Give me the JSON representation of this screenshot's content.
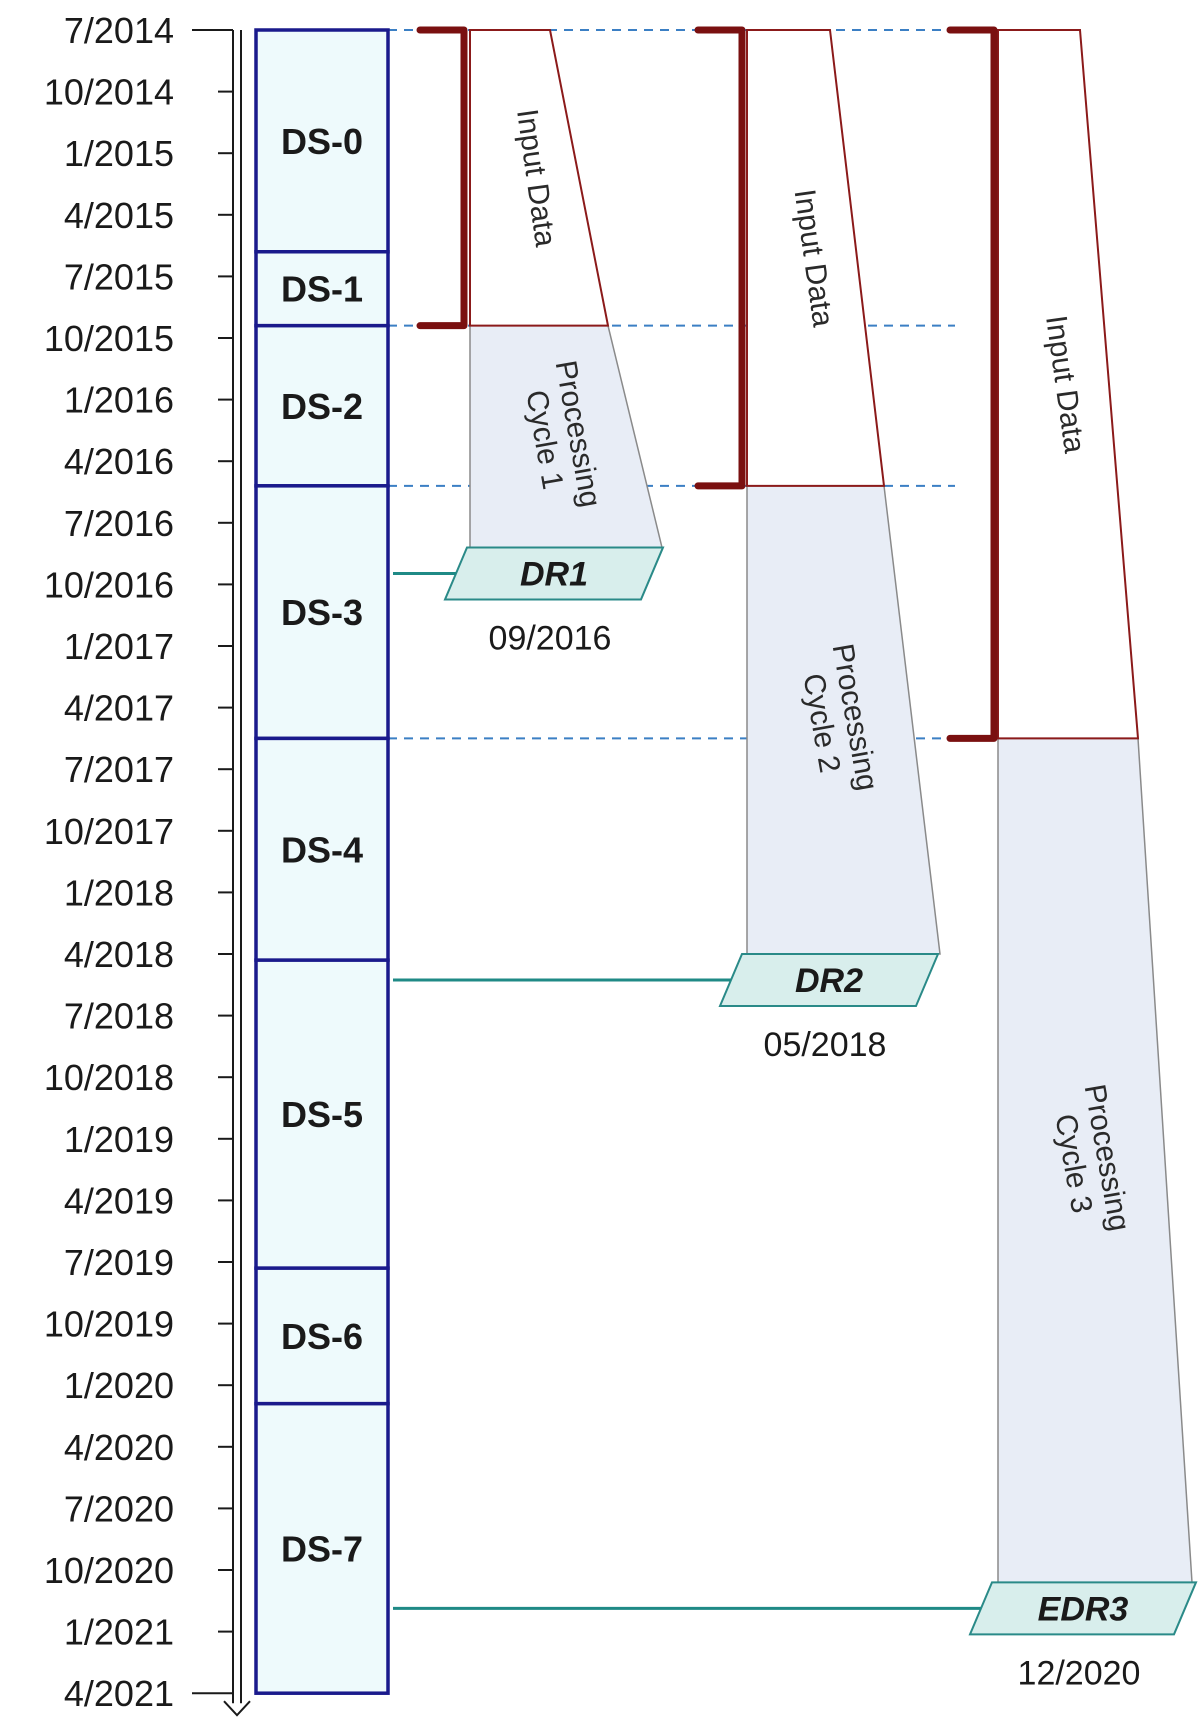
{
  "timeline": {
    "ticks": [
      "7/2014",
      "10/2014",
      "1/2015",
      "4/2015",
      "7/2015",
      "10/2015",
      "1/2016",
      "4/2016",
      "7/2016",
      "10/2016",
      "1/2017",
      "4/2017",
      "7/2017",
      "10/2017",
      "1/2018",
      "4/2018",
      "7/2018",
      "10/2018",
      "1/2019",
      "4/2019",
      "7/2019",
      "10/2019",
      "1/2020",
      "4/2020",
      "7/2020",
      "10/2020",
      "1/2021",
      "4/2021"
    ]
  },
  "data_segments": [
    {
      "label": "DS-0",
      "start": 0,
      "end": 3.6
    },
    {
      "label": "DS-1",
      "start": 3.6,
      "end": 4.8
    },
    {
      "label": "DS-2",
      "start": 4.8,
      "end": 7.4
    },
    {
      "label": "DS-3",
      "start": 7.4,
      "end": 11.5
    },
    {
      "label": "DS-4",
      "start": 11.5,
      "end": 15.1
    },
    {
      "label": "DS-5",
      "start": 15.1,
      "end": 20.1
    },
    {
      "label": "DS-6",
      "start": 20.1,
      "end": 22.3
    },
    {
      "label": "DS-7",
      "start": 22.3,
      "end": 27.0
    }
  ],
  "cycles": [
    {
      "input_label": "Input Data",
      "processing_label": [
        "Processing",
        "Cycle 1"
      ],
      "input_start": 0,
      "input_end": 4.8,
      "proc_end": 8.4,
      "release": {
        "label": "DR1",
        "date": "09/2016"
      }
    },
    {
      "input_label": "Input Data",
      "processing_label": [
        "Processing",
        "Cycle 2"
      ],
      "input_start": 0,
      "input_end": 7.4,
      "proc_end": 15.0,
      "release": {
        "label": "DR2",
        "date": "05/2018"
      }
    },
    {
      "input_label": "Input Data",
      "processing_label": [
        "Processing",
        "Cycle 3"
      ],
      "input_start": 0,
      "input_end": 11.5,
      "proc_end": 25.2,
      "release": {
        "label": "EDR3",
        "date": "12/2020"
      }
    }
  ],
  "colors": {
    "segment_stroke": "#1a1a8c",
    "segment_fill": "#eefafc",
    "input_stroke": "#8b1a1a",
    "bracket": "#7a1010",
    "proc_fill": "#e8edf6",
    "proc_stroke": "#8a8a8a",
    "release_fill": "#d8eeec",
    "release_stroke": "#2a8a88",
    "connector": "#1f8a86",
    "dashed": "#3b7fc4"
  }
}
